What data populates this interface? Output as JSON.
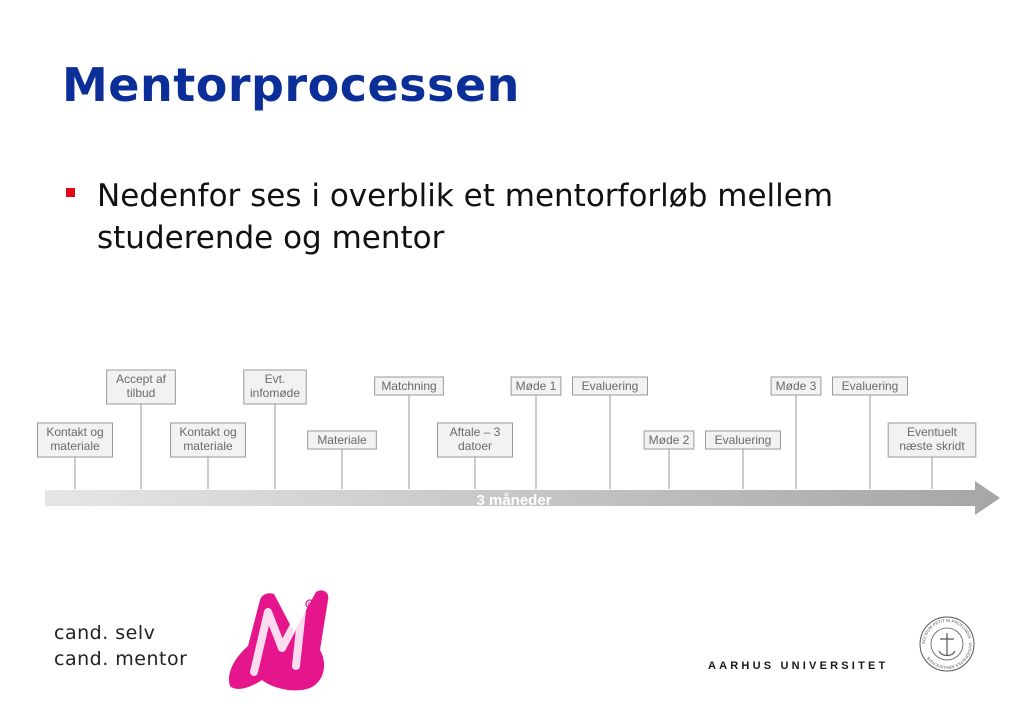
{
  "slide": {
    "title": "Mentorprocessen",
    "bullet": "Nedenfor ses i overblik et mentorforløb mellem studerende og mentor"
  },
  "timeline": {
    "arrow_label": "3 måneder",
    "milestones": [
      {
        "lines": [
          "Kontakt og",
          "materiale"
        ],
        "row": "low"
      },
      {
        "lines": [
          "Accept af",
          "tilbud"
        ],
        "row": "high"
      },
      {
        "lines": [
          "Kontakt og",
          "materiale"
        ],
        "row": "low"
      },
      {
        "lines": [
          "Evt.",
          "infomøde"
        ],
        "row": "high"
      },
      {
        "lines": [
          "Materiale"
        ],
        "row": "low"
      },
      {
        "lines": [
          "Matchning"
        ],
        "row": "high"
      },
      {
        "lines": [
          "Aftale – 3",
          "datoer"
        ],
        "row": "low"
      },
      {
        "lines": [
          "Møde 1"
        ],
        "row": "high"
      },
      {
        "lines": [
          "Evaluering"
        ],
        "row": "high"
      },
      {
        "lines": [
          "Møde 2"
        ],
        "row": "low"
      },
      {
        "lines": [
          "Evaluering"
        ],
        "row": "low"
      },
      {
        "lines": [
          "Møde 3"
        ],
        "row": "high"
      },
      {
        "lines": [
          "Evaluering"
        ],
        "row": "high"
      },
      {
        "lines": [
          "Eventuelt",
          "næste skridt"
        ],
        "row": "low"
      }
    ]
  },
  "footer": {
    "cand_line1": "cand. selv",
    "cand_line2": "cand. mentor",
    "logo_letter": "M",
    "university": "AARHUS UNIVERSITET",
    "seal_text": "SOLIDUM PETIT IN PROFUNDIS · UNIVERSITAS ARHUSIENSIS"
  },
  "colors": {
    "title": "#0b2e99",
    "bullet": "#e30613",
    "logo": "#e5168c",
    "box_border": "#9a9a9a",
    "arrow_start": "#e6e6e6",
    "arrow_end": "#a6a6a6"
  }
}
